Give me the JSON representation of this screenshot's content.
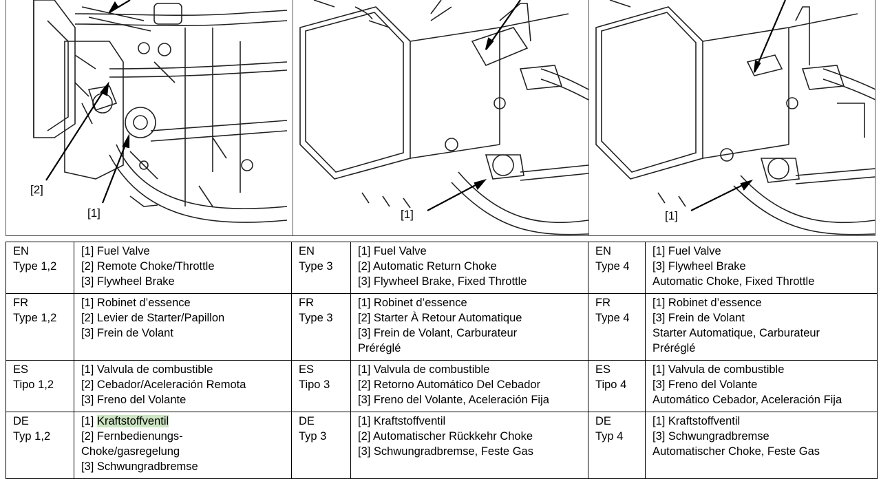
{
  "figures": [
    {
      "callouts": [
        "[2]",
        "[1]"
      ]
    },
    {
      "callouts": [
        "[1]"
      ]
    },
    {
      "callouts": [
        "[1]"
      ]
    }
  ],
  "table": {
    "rows": [
      {
        "groups": [
          {
            "lang": "EN",
            "type": "Type 1,2",
            "lines": [
              "[1] Fuel Valve",
              "[2] Remote Choke/Throttle",
              "[3] Flywheel Brake"
            ]
          },
          {
            "lang": "EN",
            "type": "Type 3",
            "lines": [
              "[1] Fuel Valve",
              "[2] Automatic Return Choke",
              "[3] Flywheel Brake, Fixed Throttle"
            ]
          },
          {
            "lang": "EN",
            "type": "Type 4",
            "lines": [
              "[1] Fuel Valve",
              "[3] Flywheel Brake",
              "Automatic Choke, Fixed Throttle"
            ]
          }
        ]
      },
      {
        "groups": [
          {
            "lang": "FR",
            "type": "Type 1,2",
            "lines": [
              "[1] Robinet d’essence",
              "[2] Levier de Starter/Papillon",
              "[3] Frein de Volant"
            ]
          },
          {
            "lang": "FR",
            "type": "Type 3",
            "lines": [
              "[1] Robinet d’essence",
              "[2] Starter À Retour Automatique",
              "[3] Frein de Volant, Carburateur",
              "Préréglé"
            ]
          },
          {
            "lang": "FR",
            "type": "Type 4",
            "lines": [
              "[1] Robinet d’essence",
              "[3] Frein de Volant",
              "Starter Automatique, Carburateur",
              "Préréglé"
            ]
          }
        ]
      },
      {
        "groups": [
          {
            "lang": "ES",
            "type": "Tipo 1,2",
            "lines": [
              "[1] Valvula de combustible",
              "[2] Cebador/Aceleración Remota",
              "[3] Freno del Volante"
            ]
          },
          {
            "lang": "ES",
            "type": "Tipo 3",
            "lines": [
              "[1] Valvula de combustible",
              "[2] Retorno Automático Del Cebador",
              "[3] Freno del Volante, Aceleración Fija"
            ]
          },
          {
            "lang": "ES",
            "type": "Tipo 4",
            "lines": [
              "[1] Valvula de combustible",
              "[3] Freno del Volante",
              "Automático Cebador, Aceleración Fija"
            ]
          }
        ]
      },
      {
        "groups": [
          {
            "lang": "DE",
            "type": "Typ 1,2",
            "lines": [
              "[1] Kraftstoffventil",
              "[2] Fernbedienungs-",
              "Choke/gasregelung",
              "[3] Schwungradbremse"
            ]
          },
          {
            "lang": "DE",
            "type": "Typ 3",
            "lines": [
              "[1] Kraftstoffventil",
              "[2] Automatischer Rückkehr Choke",
              "[3] Schwungradbremse, Feste Gas"
            ]
          },
          {
            "lang": "DE",
            "type": "Typ 4",
            "lines": [
              "[1] Kraftstoffventil",
              "[3] Schwungradbremse",
              "Automatischer Choke, Feste Gas"
            ]
          }
        ]
      }
    ],
    "highlight": {
      "text": "Kraftstoffventil",
      "color": "#cde5c2"
    }
  }
}
